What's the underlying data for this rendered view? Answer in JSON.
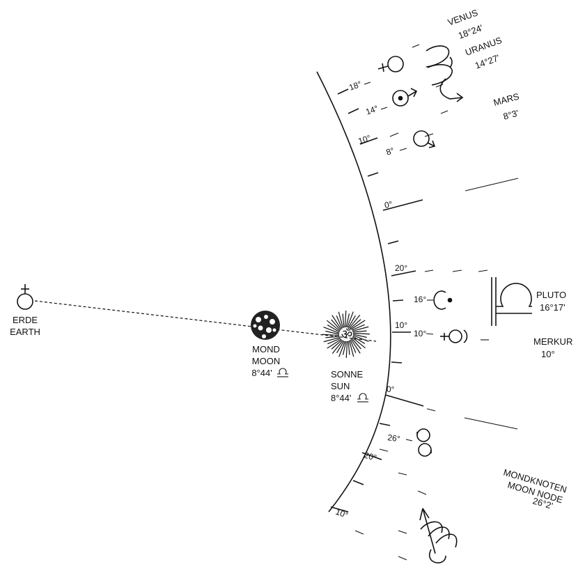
{
  "bodies": {
    "earth": {
      "line1": "ERDE",
      "line2": "EARTH"
    },
    "moon": {
      "line1": "MOND",
      "line2": "MOON",
      "position": "8°44'",
      "sign_glyph": "libra"
    },
    "sun": {
      "line1": "SONNE",
      "line2": "SUN",
      "position": "8°44'",
      "sign_glyph": "libra"
    }
  },
  "planets": {
    "venus": {
      "name": "VENUS",
      "position": "18°24'"
    },
    "uranus": {
      "name": "URANUS",
      "position": "14°27'"
    },
    "mars": {
      "name": "MARS",
      "position": "8°3'"
    },
    "pluto": {
      "name": "PLUTO",
      "position": "16°17'"
    },
    "mercury": {
      "name": "MERKUR",
      "position": "10°"
    },
    "moon_node": {
      "line1": "MONDKNOTEN",
      "line2": "MOON NODE",
      "position": "26°2'"
    }
  },
  "scale_labels": {
    "a18": "18°",
    "a14": "14°",
    "a10": "10°",
    "a8": "8°",
    "a0": "0°",
    "b20": "20°",
    "b16": "16°",
    "b10": "10°",
    "b10m": "10°",
    "b0": "0°",
    "c26": "26°",
    "c20": "20°",
    "c10": "10°"
  },
  "icons": [
    "venus-glyph",
    "uranus-glyph",
    "mars-glyph",
    "pluto-glyph",
    "mercury-glyph",
    "moon-node-glyph",
    "libra-glyph",
    "earth-glyph",
    "moon-disc",
    "sun-disc",
    "sagittarius-sign",
    "scorpio-sign",
    "leo-sign",
    "virgo-sign",
    "libra-sign"
  ]
}
